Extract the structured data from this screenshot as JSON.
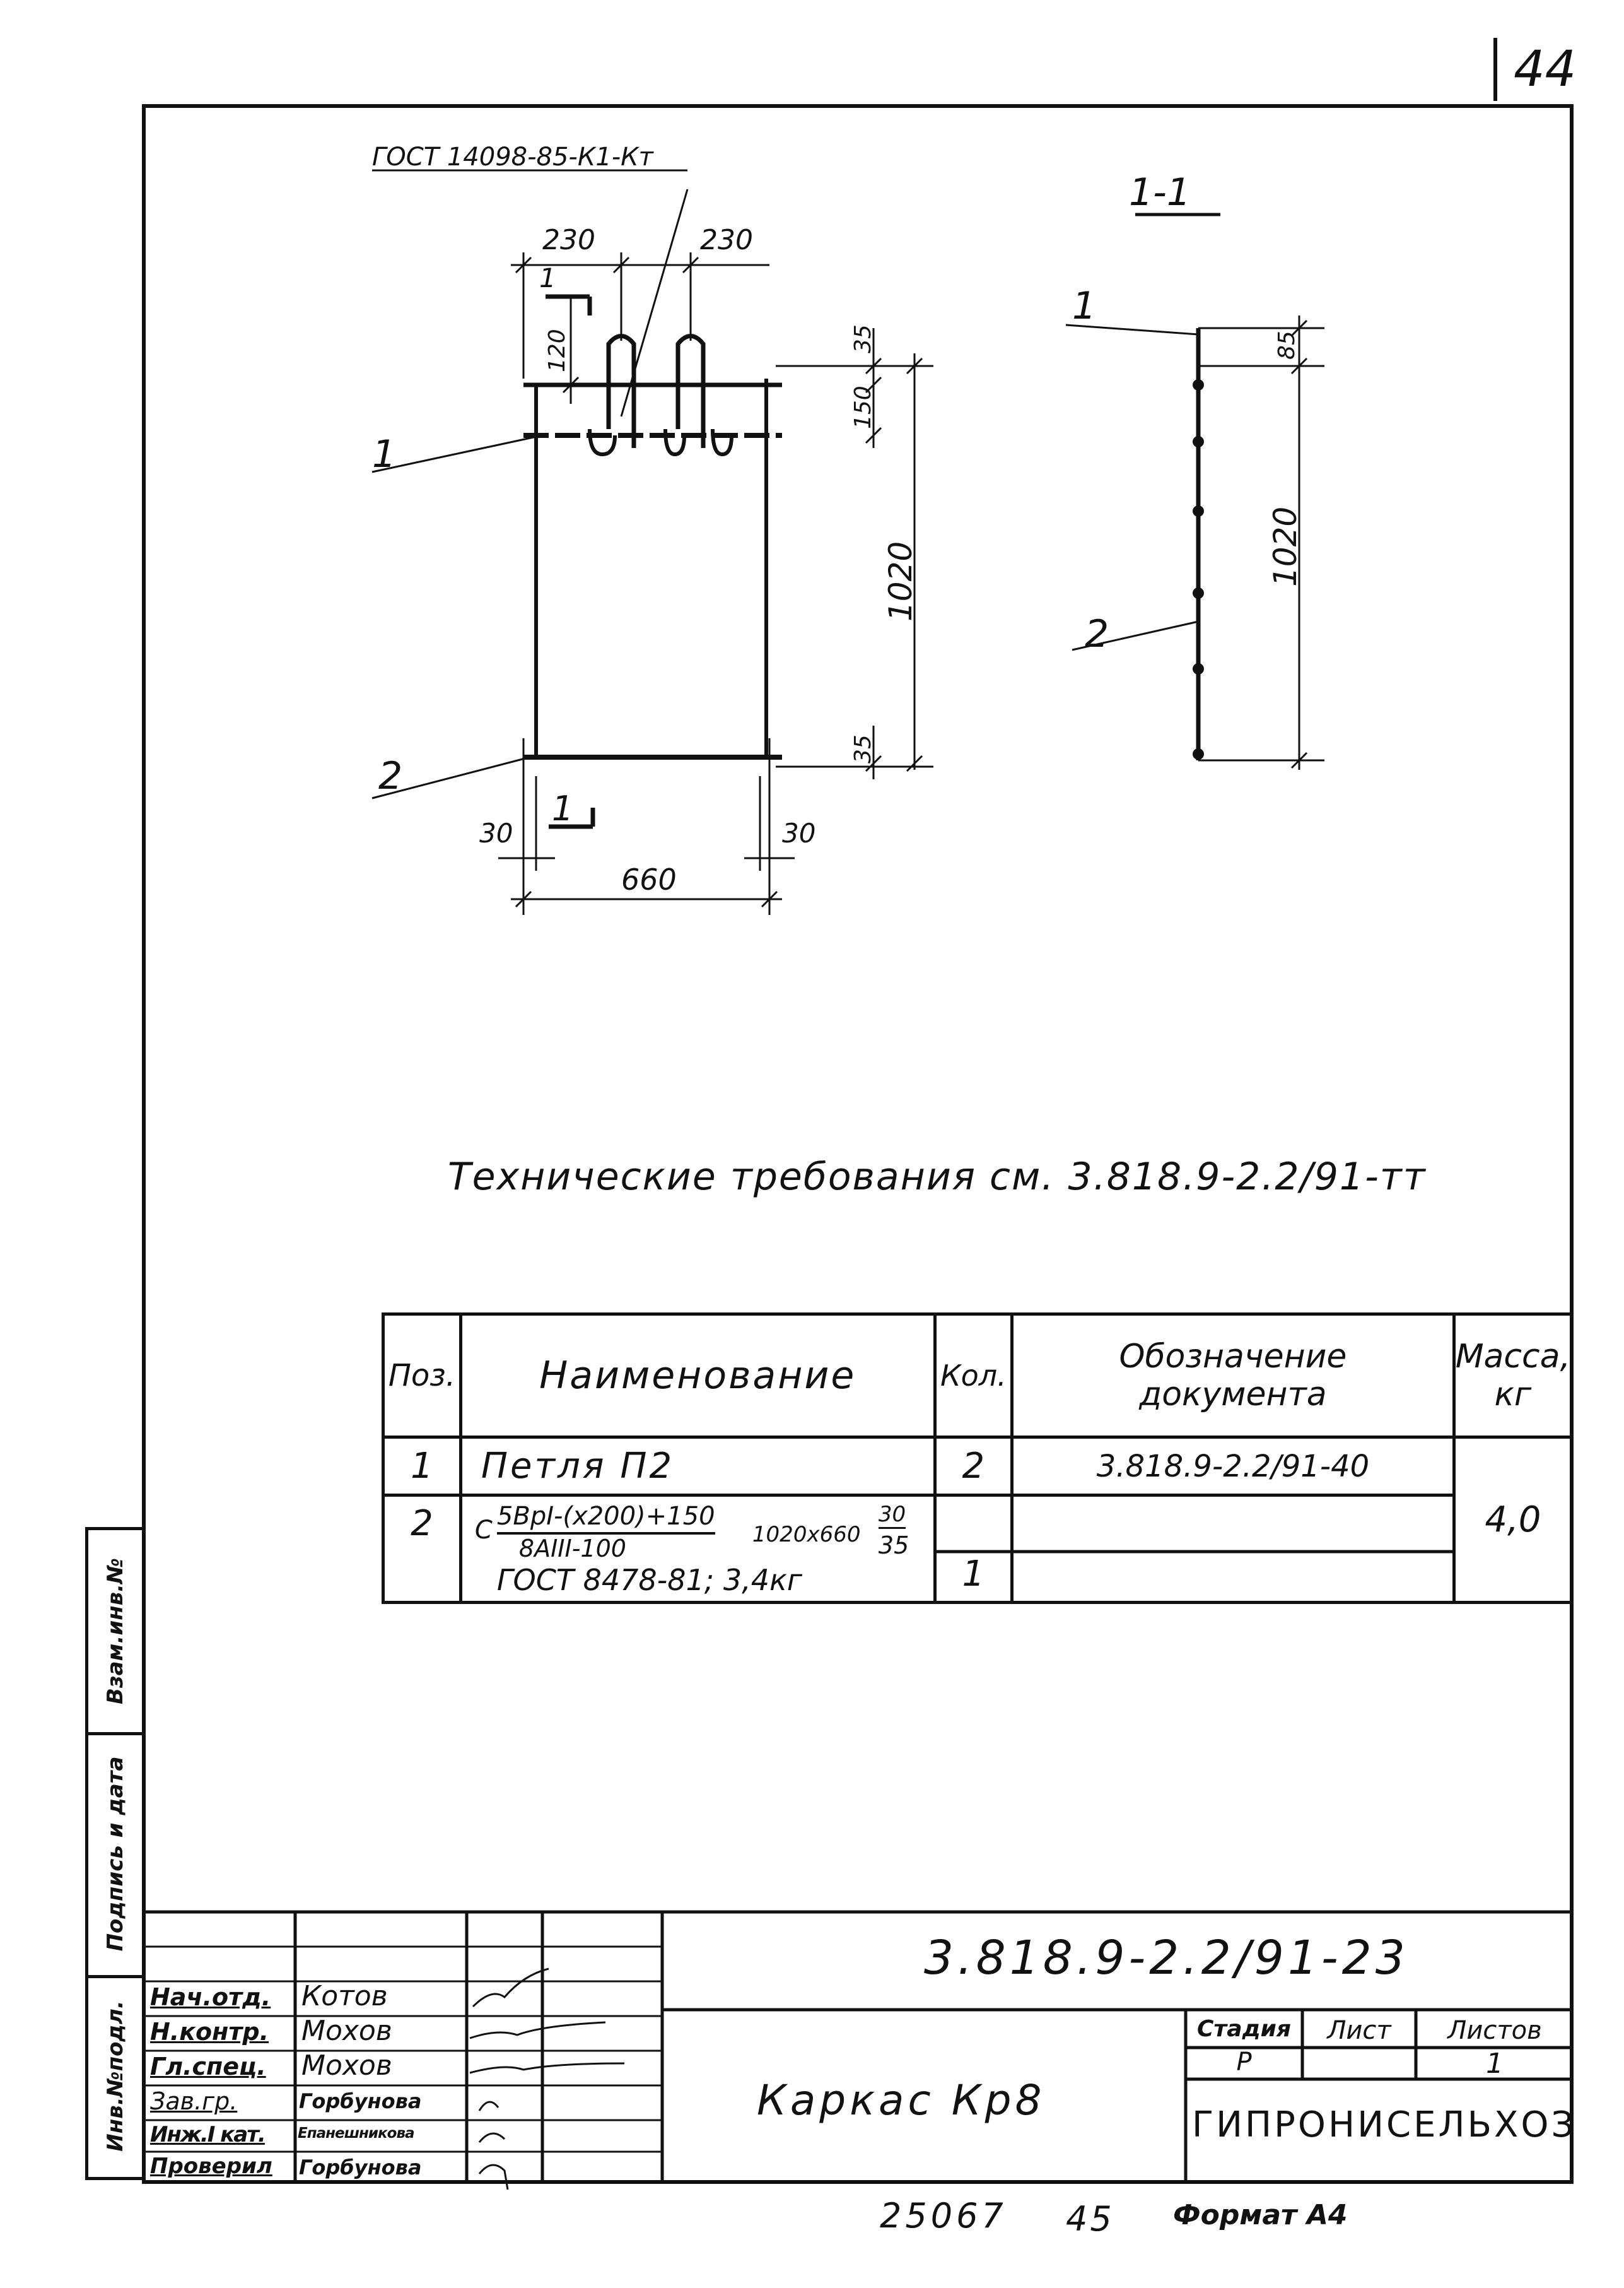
{
  "page_number": "44",
  "drawing": {
    "gost_ref": "ГОСТ 14098-85-К1-Кт",
    "section_title": "1-1",
    "section_mark": "1",
    "dims_front": {
      "top_left": "230",
      "top_right": "230",
      "loop_height": "120",
      "right_top": "35",
      "right_loop": "150",
      "right_total": "1020",
      "right_bottom": "35",
      "bottom_left": "30",
      "bottom_right": "30",
      "width": "660"
    },
    "dims_section": {
      "top": "85",
      "total": "1020"
    },
    "positions": {
      "pos1": "1",
      "pos2": "2"
    }
  },
  "tech_requirements": "Технические требования см. 3.818.9-2.2/91-тт",
  "spec_table": {
    "headers": {
      "pos": "Поз.",
      "name": "Наименование",
      "qty": "Кол.",
      "doc": "Обозначение документа",
      "mass": "Масса, кг"
    },
    "rows": [
      {
        "pos": "1",
        "name": "Петля П2",
        "qty": "2",
        "doc": "3.818.9-2.2/91-40"
      },
      {
        "pos": "2",
        "name_prefix": "С",
        "name_num": "5ВрI-(х200)+150",
        "name_den": "8АIII-100",
        "name_size": "1020х660",
        "name_frac_num": "30",
        "name_frac_den": "35",
        "name_line2": "ГОСТ 8478-81; 3,4кг",
        "qty": "1",
        "doc": ""
      }
    ],
    "mass_total": "4,0"
  },
  "side_labels": {
    "inv_orig": "Инв.№подл.",
    "sign_date": "Подпись и дата",
    "replace_inv": "Взам.инв.№"
  },
  "title_block": {
    "doc_number": "3.818.9-2.2/91-23",
    "title": "Каркас Кр8",
    "stage_label": "Стадия",
    "sheet_label": "Лист",
    "sheets_label": "Листов",
    "stage_value": "Р",
    "sheet_value": "",
    "sheets_value": "1",
    "organization": "ГИПРОНИСЕЛЬХОЗ",
    "signatures": [
      {
        "role": "Нач.отд.",
        "name": "Котов"
      },
      {
        "role": "Н.контр.",
        "name": "Мохов"
      },
      {
        "role": "Гл.спец.",
        "name": "Мохов"
      },
      {
        "role": "Зав.гр.",
        "name": "Горбунова"
      },
      {
        "role": "Инж.I кат.",
        "name": "Епанешникова"
      },
      {
        "role": "Проверил",
        "name": "Горбунова"
      }
    ]
  },
  "footer": {
    "archive_no": "25067",
    "page_ref": "45",
    "format": "Формат А4"
  }
}
